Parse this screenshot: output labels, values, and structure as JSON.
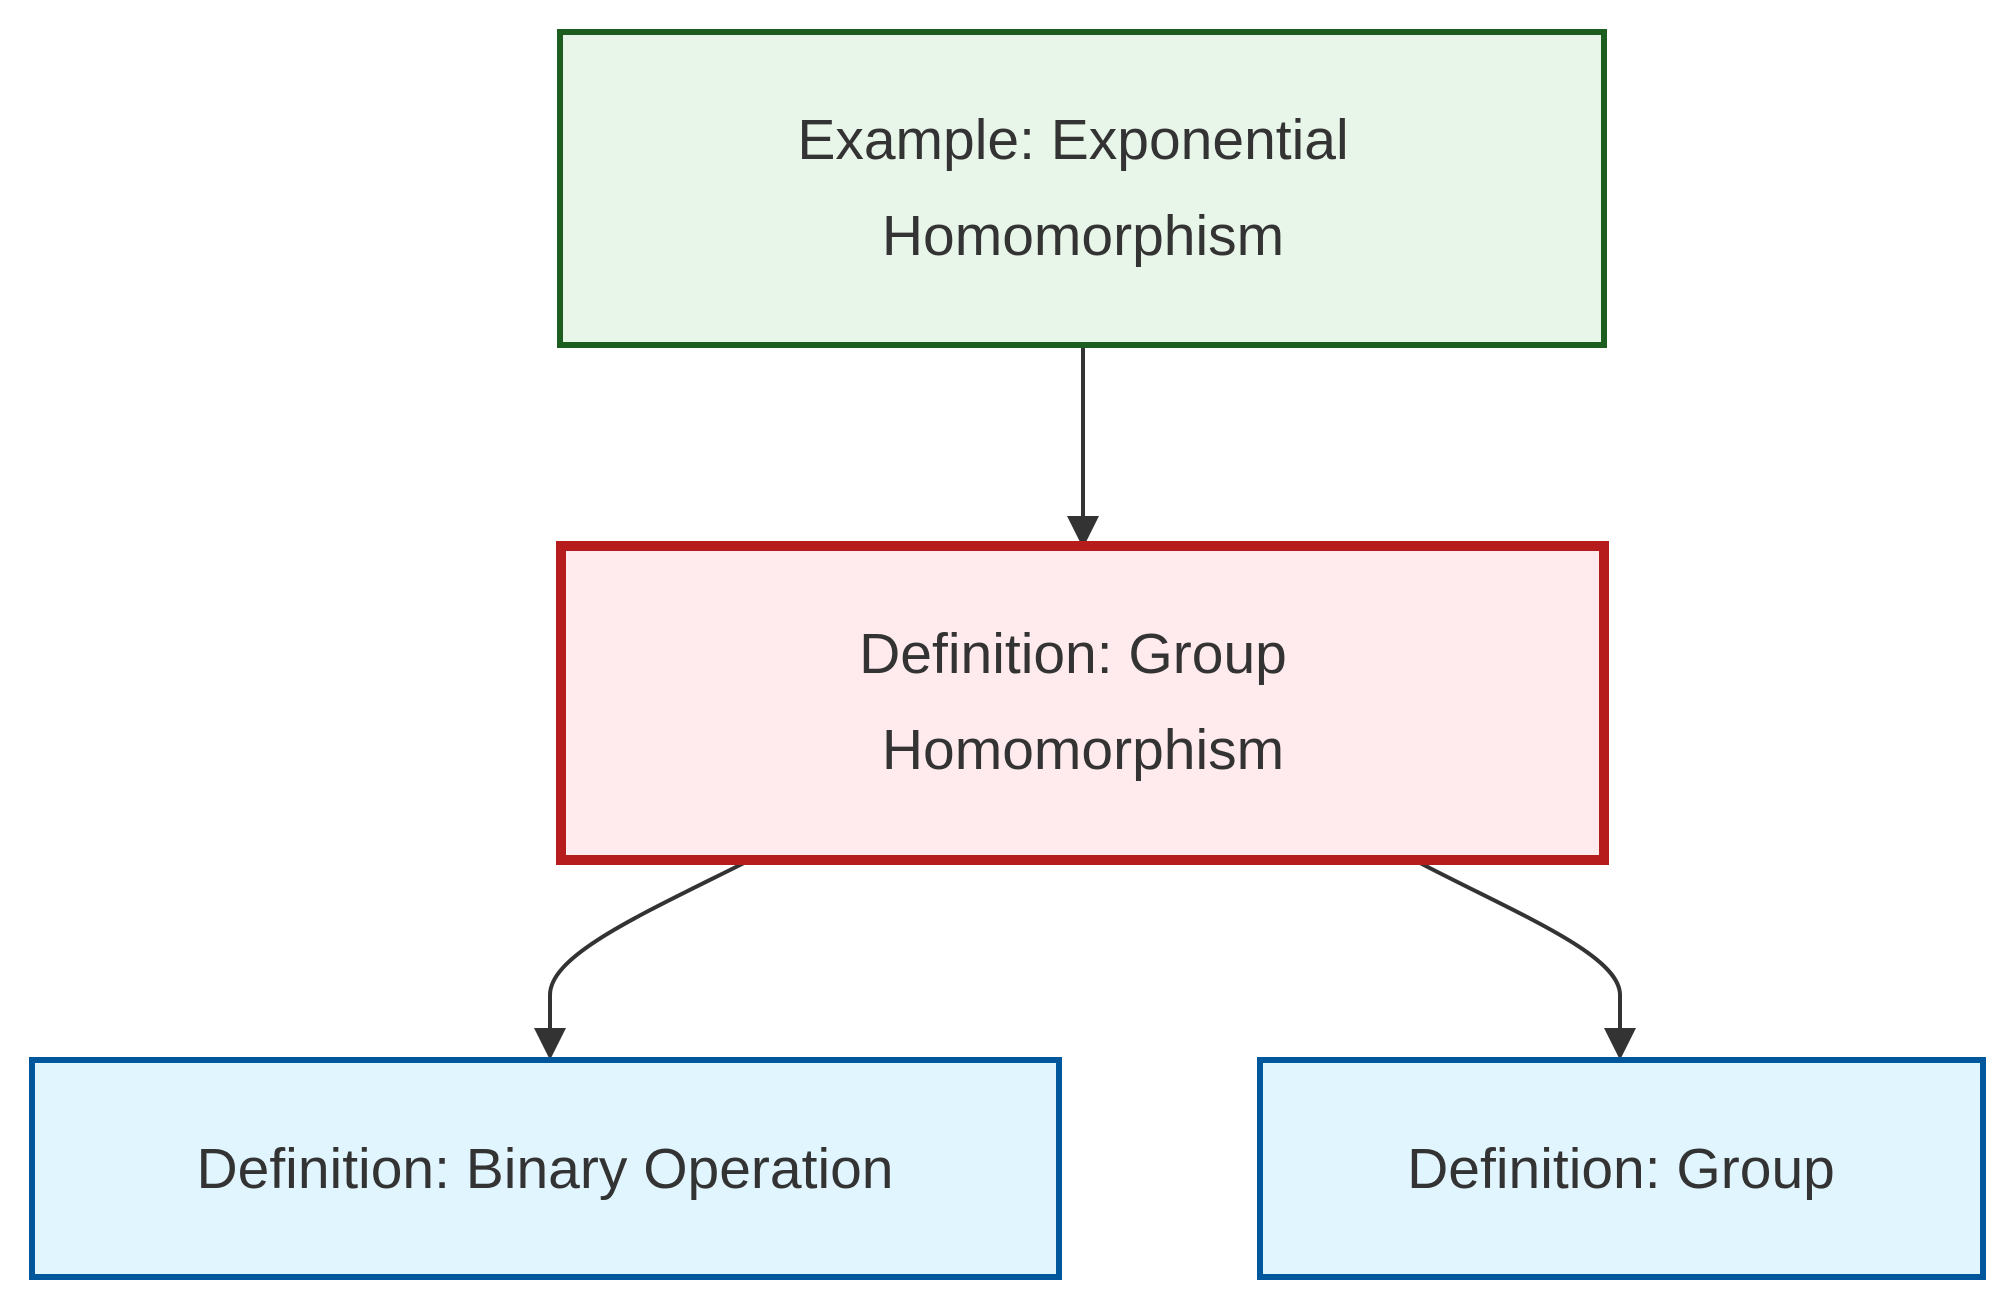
{
  "diagram": {
    "nodes": [
      {
        "id": "example-exponential-homomorphism",
        "lines": [
          "Example: Exponential",
          "Homomorphism"
        ],
        "fill": "#e8f5e9",
        "stroke": "#1b5e20"
      },
      {
        "id": "definition-group-homomorphism",
        "lines": [
          "Definition: Group",
          "Homomorphism"
        ],
        "fill": "#ffebee",
        "stroke": "#b71c1c"
      },
      {
        "id": "definition-binary-operation",
        "lines": [
          "Definition: Binary Operation"
        ],
        "fill": "#e1f5fe",
        "stroke": "#01579b"
      },
      {
        "id": "definition-group",
        "lines": [
          "Definition: Group"
        ],
        "fill": "#e1f5fe",
        "stroke": "#01579b"
      }
    ],
    "edges": [
      {
        "from": "example-exponential-homomorphism",
        "to": "definition-group-homomorphism"
      },
      {
        "from": "definition-group-homomorphism",
        "to": "definition-binary-operation"
      },
      {
        "from": "definition-group-homomorphism",
        "to": "definition-group"
      }
    ],
    "colors": {
      "edge": "#333333",
      "text": "#333333",
      "background": "#ffffff"
    }
  }
}
